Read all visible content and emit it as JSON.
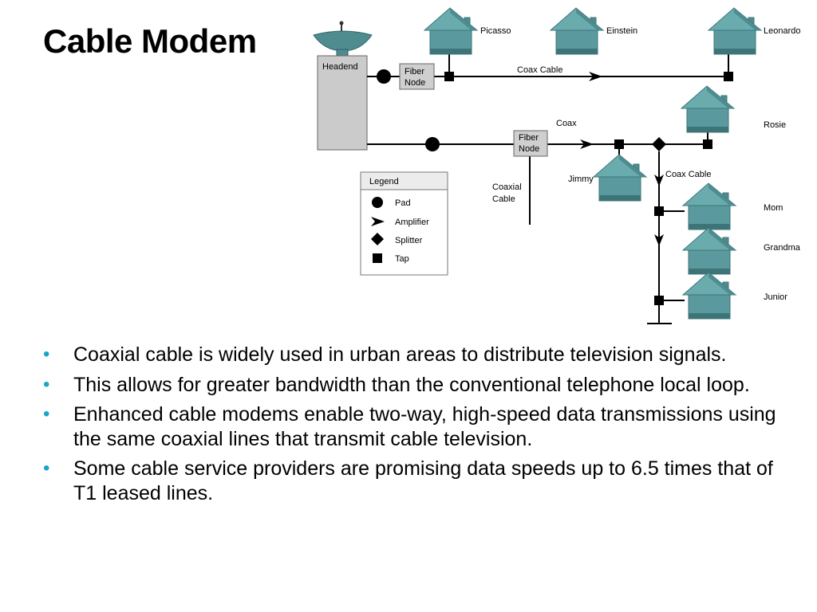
{
  "title": "Cable Modem",
  "colors": {
    "house_fill": "#5a9a9e",
    "house_dark": "#3d7478",
    "headend_fill": "#cbcbcb",
    "fiber_fill": "#cfcfcf",
    "bullet": "#1aa5c8",
    "line": "#000000"
  },
  "diagram": {
    "headend_label": "Headend",
    "fiber_node_top": [
      "Fiber",
      "Node"
    ],
    "fiber_node_mid": [
      "Fiber",
      "Node"
    ],
    "coax_cable_top": "Coax Cable",
    "coax_mid": "Coax",
    "coaxial_cable": [
      "Coaxial",
      "Cable"
    ],
    "coax_cable_branch": "Coax Cable",
    "houses": {
      "picasso": "Picasso",
      "einstein": "Einstein",
      "leonardo": "Leonardo",
      "rosie": "Rosie",
      "jimmy": "Jimmy",
      "mom": "Mom",
      "grandma": "Grandma",
      "junior": "Junior"
    },
    "legend": {
      "title": "Legend",
      "pad": "Pad",
      "amplifier": "Amplifier",
      "splitter": "Splitter",
      "tap": "Tap"
    }
  },
  "bullets": [
    "Coaxial cable is widely used in urban areas to distribute television signals.",
    "This allows for greater bandwidth than the conventional telephone local loop.",
    "Enhanced cable modems enable two-way, high-speed data transmissions using the same coaxial lines that transmit cable television.",
    "Some cable service providers are promising data speeds up to 6.5 times that of T1 leased lines."
  ]
}
